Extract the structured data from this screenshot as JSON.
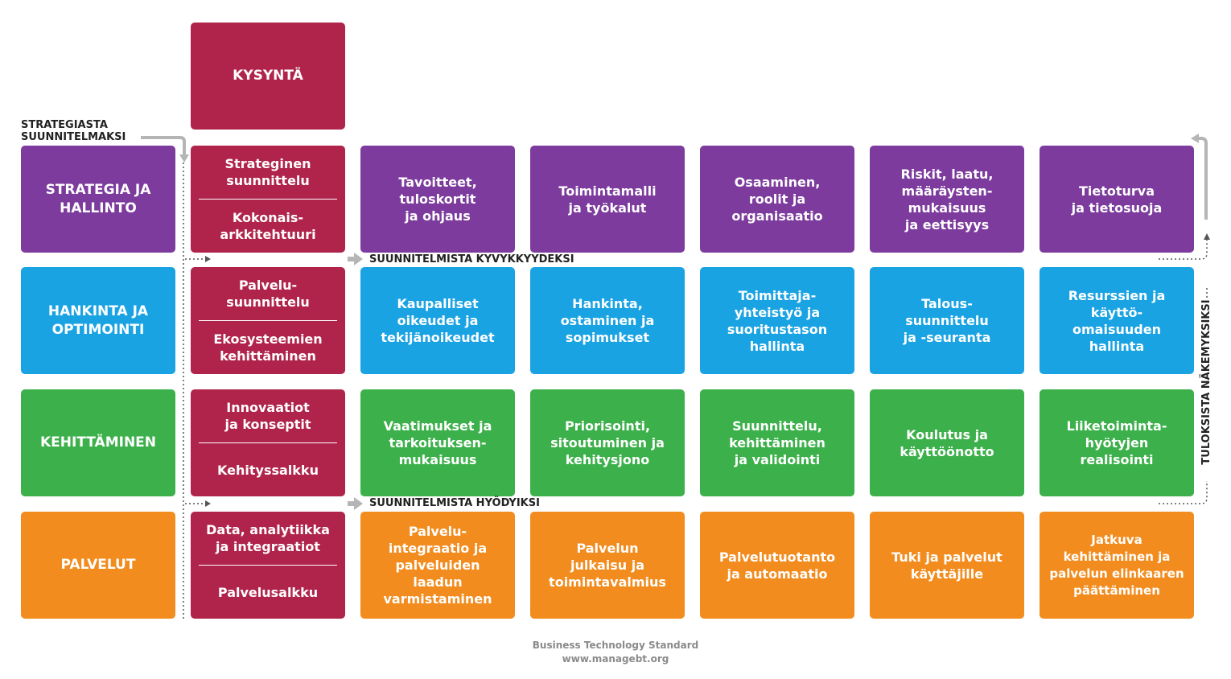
{
  "demand": {
    "label": "KYSYNTÄ"
  },
  "labels": {
    "strategy_to_plans": "STRATEGIASTA\nSUUNNITELMAKSI",
    "plans_to_capability": "SUUNNITELMISTA KYVYKKYYDEKSI",
    "plans_to_benefits": "SUUNNITELMISTA HYÖDYIKSI",
    "results_to_insights": "TULOKSISTA NÄKEMYKSIKSI"
  },
  "rows": [
    {
      "head": "STRATEGIA JA\nHALLINTO",
      "color": "#7c3b9d",
      "split": {
        "top": "Strateginen\nsuunnittelu",
        "bottom": "Kokonais-\narkkitehtuuri"
      },
      "cells": [
        "Tavoitteet,\ntuloskortit\nja ohjaus",
        "Toimintamalli\nja työkalut",
        "Osaaminen,\nroolit ja\norganisaatio",
        "Riskit, laatu,\nmääräysten-\nmukaisuus\nja eettisyys",
        "Tietoturva\nja tietosuoja"
      ]
    },
    {
      "head": "HANKINTA JA\nOPTIMOINTI",
      "color": "#1aa3e3",
      "split": {
        "top": "Palvelu-\nsuunnittelu",
        "bottom": "Ekosysteemien\nkehittäminen"
      },
      "cells": [
        "Kaupalliset\noikeudet ja\ntekijänoikeudet",
        "Hankinta,\nostaminen ja\nsopimukset",
        "Toimittaja-\nyhteistyö ja\nsuoritustason\nhallinta",
        "Talous-\nsuunnittelu\nja -seuranta",
        "Resurssien ja\nkäyttö-\nomaisuuden\nhallinta"
      ]
    },
    {
      "head": "KEHITTÄMINEN",
      "color": "#3cb04a",
      "split": {
        "top": "Innovaatiot\nja konseptit",
        "bottom": "Kehityssalkku"
      },
      "cells": [
        "Vaatimukset ja\ntarkoituksen-\nmukaisuus",
        "Priorisointi,\nsitoutuminen ja\nkehitysjono",
        "Suunnittelu,\nkehittäminen\nja validointi",
        "Koulutus ja\nkäyttöönotto",
        "Liiketoiminta-\nhyötyjen\nrealisointi"
      ]
    },
    {
      "head": "PALVELUT",
      "color": "#f28c1e",
      "split": {
        "top": "Data, analytiikka\nja integraatiot",
        "bottom": "Palvelusalkku"
      },
      "cells": [
        "Palvelu-\nintegraatio ja\npalveluiden\nlaadun\nvarmistaminen",
        "Palvelun\njulkaisu ja\ntoimintavalmius",
        "Palvelutuotanto\nja automaatio",
        "Tuki ja palvelut\nkäyttäjille",
        "Jatkuva\nkehittäminen ja\npalvelun elinkaaren\npäättäminen"
      ]
    }
  ],
  "footer": {
    "line1": "Business Technology Standard",
    "line2": "www.managebt.org"
  }
}
